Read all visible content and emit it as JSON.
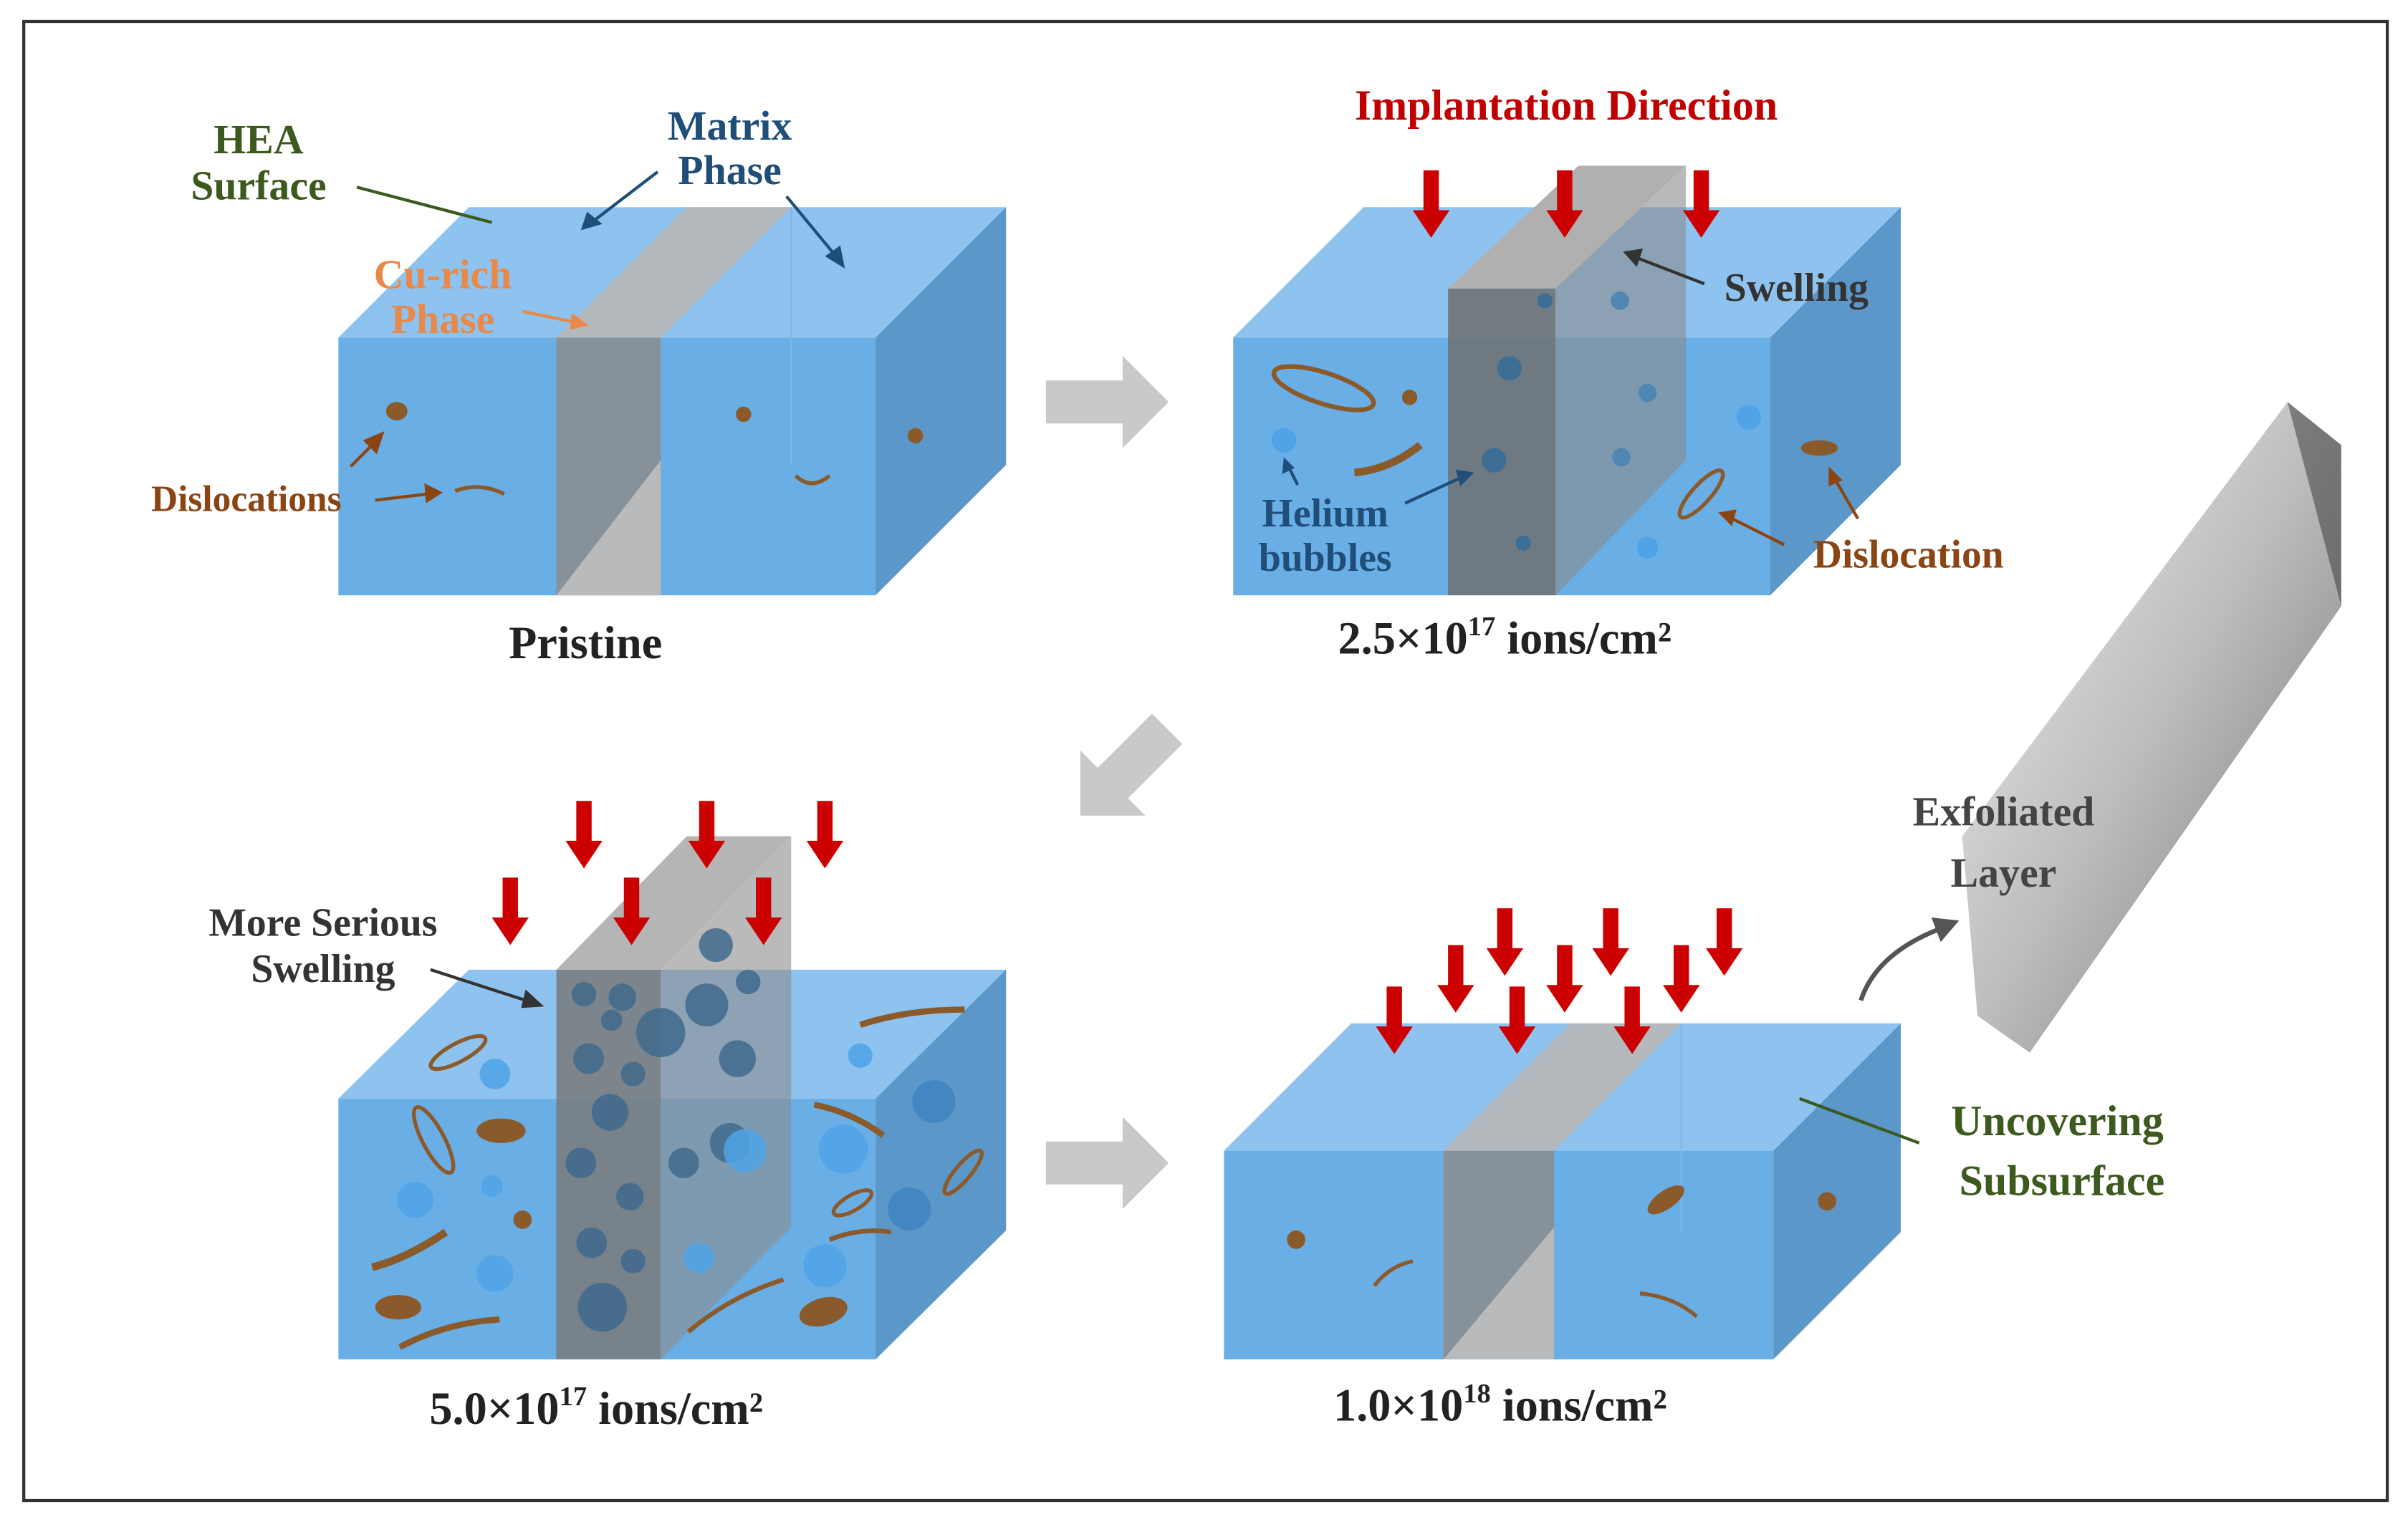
{
  "panels": {
    "pristine": {
      "caption": "Pristine",
      "labels": {
        "hea_surface_1": "HEA",
        "hea_surface_2": "Surface",
        "matrix_phase_1": "Matrix",
        "matrix_phase_2": "Phase",
        "cu_rich_1": "Cu-rich",
        "cu_rich_2": "Phase",
        "dislocations": "Dislocations"
      }
    },
    "dose_2_5e17": {
      "caption_base": "2.5×10",
      "caption_exp": "17",
      "caption_unit": " ions/cm²",
      "labels": {
        "implantation": "Implantation Direction",
        "swelling": "Swelling",
        "helium_1": "Helium",
        "helium_2": "bubbles",
        "dislocation": "Dislocation"
      }
    },
    "dose_5_0e17": {
      "caption_base": "5.0×10",
      "caption_exp": "17",
      "caption_unit": " ions/cm²",
      "labels": {
        "more_serious_1": "More Serious",
        "more_serious_2": "Swelling"
      }
    },
    "dose_1_0e18": {
      "caption_base": "1.0×10",
      "caption_exp": "18",
      "caption_unit": " ions/cm²",
      "labels": {
        "exfoliated_1": "Exfoliated",
        "exfoliated_2": "Layer",
        "uncovering_1": "Uncovering",
        "uncovering_2": "Subsurface"
      }
    }
  },
  "colors": {
    "matrix_front": "#6aaee6",
    "matrix_top": "#8ec3ef",
    "matrix_side": "#5b97c8",
    "cu_phase": "#9a9a9a",
    "arrow_red": "#cc0000",
    "dislocation": "#8b5a2b",
    "label_green": "#3d5a1e",
    "label_blue": "#1f4e79",
    "label_orange": "#e8894a",
    "label_red": "#c00000",
    "label_brown": "#8b4513"
  }
}
